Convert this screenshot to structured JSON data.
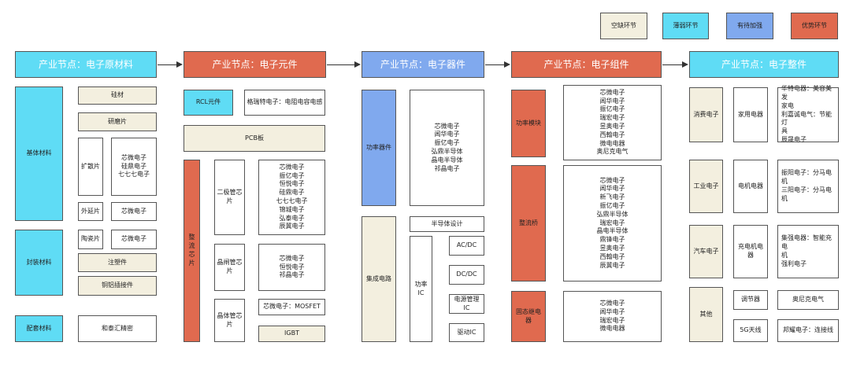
{
  "legend": {
    "gap": "空缺环节",
    "weak": "薄弱环节",
    "improve": "有待加强",
    "advantage": "优势环节"
  },
  "headers": {
    "h1": "产业节点：电子原材料",
    "h2": "产业节点：电子元件",
    "h3": "产业节点：电子器件",
    "h4": "产业节点：电子组件",
    "h5": "产业节点：电子整件"
  },
  "col1": {
    "base": "基体材料",
    "pack": "封装材料",
    "support": "配套材料",
    "si": "硅材",
    "grind": "研磨片",
    "diff": "扩散片",
    "diff_co": "芯微电子\n硅鼎电子\n七七七电子",
    "epi": "外延片",
    "epi_co": "芯微电子",
    "ceramic": "陶瓷片",
    "ceramic_co": "芯微电子",
    "mold": "注塑件",
    "cu": "铜铝插接件",
    "hetai": "和泰汇精密"
  },
  "col2": {
    "rcl": "RCL元件",
    "rcl_co": "格瑞特电子：电阻电容电感",
    "pcb": "PCB板",
    "rect": "整流\n芯片",
    "diode": "二极管芯\n片",
    "diode_co": "芯微电子\n振亿电子\n恒悦电子\n硅鼎电子\n七七七电子\n锦城电子\n弘泰电子\n辰冀电子",
    "thy": "晶闸管芯\n片",
    "thy_co": "芯微电子\n恒悦电子\n祁晶电子",
    "tr": "晶体管芯\n片",
    "mos": "芯微电子：MOSFET",
    "igbt": "IGBT"
  },
  "col3": {
    "power": "功率器件",
    "power_co": "芯微电子\n阊华电子\n振亿电子\n弘鼎半导体\n晶电半导体\n祁晶电子",
    "ic": "集成电路",
    "semi": "半导体设计",
    "pic": "功率\nIC",
    "acdc": "AC/DC",
    "dcdc": "DC/DC",
    "pm": "电源管理IC",
    "drv": "驱动IC"
  },
  "col4": {
    "pm": "功率模块",
    "pm_co": "芯微电子\n阊华电子\n振亿电子\n瑞宏电子\n昱奥电子\n西翰电子\n微电电器\n奥尼克电气",
    "bridge": "整流桥",
    "bridge_co": "芯微电子\n阊华电子\n新飞电子\n振亿电子\n弘鼎半导体\n瑞宏电子\n晶电半导体\n鼎锋电子\n昱奥电子\n西翰电子\n辰冀电子",
    "ssr": "固态继电器",
    "ssr_co": "芯微电子\n阊华电子\n瑞宏电子\n微电电器"
  },
  "col5": {
    "consumer": "消费电子",
    "appliance": "家用电器",
    "appliance_co": "华特电器：美容美发\n家电\n利嘉诚电气：节能灯\n具\n辰晟电子",
    "industrial": "工业电子",
    "motor": "电机电器",
    "motor_co": "振阳电子：分马电机\n三阳电子：分马电机",
    "auto": "汽车电子",
    "charge": "充电机电器",
    "charge_co": "集强电器：智能充电\n机\n强利电子",
    "other": "其他",
    "regulator": "调节器",
    "aoni": "奥尼克电气",
    "ant": "5G天线",
    "bangyao": "邦耀电子：连接线"
  }
}
